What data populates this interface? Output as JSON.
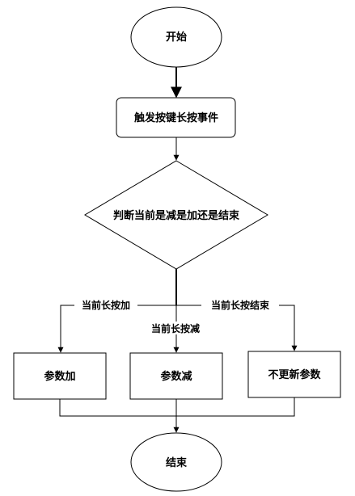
{
  "nodes": {
    "start": "开始",
    "trigger": "触发按键长按事件",
    "decision": "判断当前是减是加还是结束",
    "param_add": "参数加",
    "param_sub": "参数减",
    "param_keep": "不更新参数",
    "end": "结束"
  },
  "edges": {
    "add": "当前长按加",
    "sub": "当前长按减",
    "end": "当前长按结束"
  }
}
